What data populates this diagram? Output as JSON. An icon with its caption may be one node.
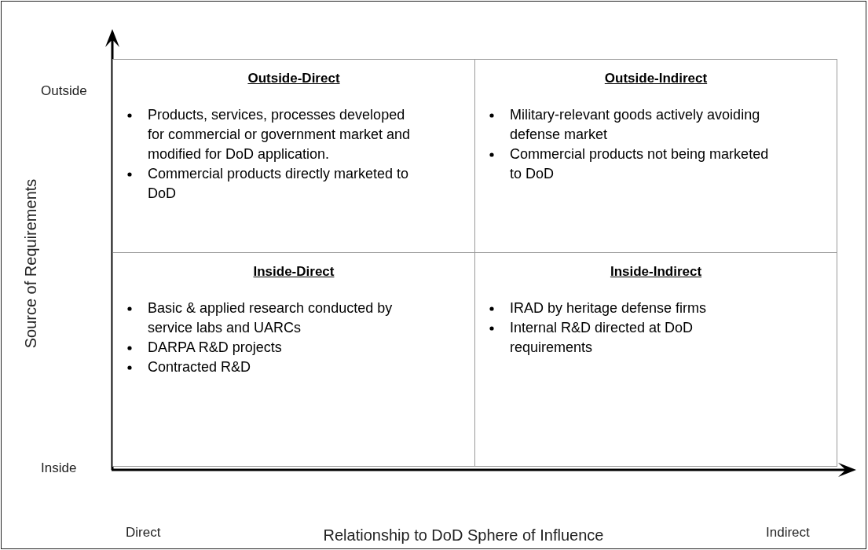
{
  "diagram": {
    "nodes": [
      {
        "text": [
          "Outside-Direct",
          "Products, services, processes developed for commercial or government market and modified for DoD application.",
          "Commercial products directly marketed to DoD"
        ]
      },
      {
        "text": [
          "Outside-Indirect",
          "Military-relevant goods actively avoiding defense market",
          "Commercial products not being marketed to DoD"
        ]
      },
      {
        "text": [
          "Inside-Direct",
          "Basic & applied research conducted by service labs and UARCs",
          "DARPA R&D projects",
          "Contracted R&D"
        ]
      },
      {
        "text": [
          "Inside-Indirect",
          "IRAD by heritage defense firms",
          "Internal R&D directed at DoD requirements"
        ]
      }
    ],
    "edges": [],
    "labels": [
      "Source of Requirements",
      "Outside",
      "Inside",
      "Direct",
      "Indirect",
      "Relationship to DoD Sphere of Influence"
    ]
  }
}
